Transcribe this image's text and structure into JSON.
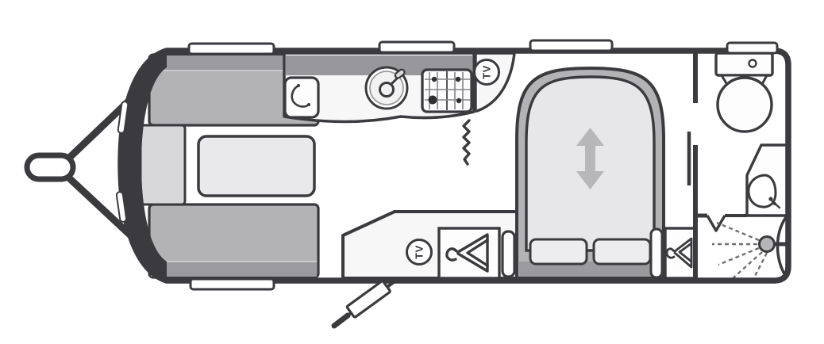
{
  "floorplan": {
    "title": "Caravan floor plan (top view)",
    "labels": {
      "tv": "TV"
    },
    "colors": {
      "outline": "#3a3a3f",
      "sofa": "#b3b3b6",
      "sofa_back_band": "#9b9b9f",
      "front_chest": "#d8d8da",
      "table": "#e9e9eb",
      "kitchen_band": "#98989c",
      "panel": "#f7f7f8",
      "mattress": "#e7e7e9",
      "bed_base": "#b3b3b6",
      "bed_foot_band": "#9b9b9f",
      "arrow": "#b7b7ba",
      "floor": "#ffffff"
    },
    "areas": {
      "front_lounge": [
        "parallel sofa (top)",
        "parallel sofa (bottom)",
        "front chest",
        "table"
      ],
      "kitchen": [
        "worktop flap with hinge arc",
        "round sink with tap",
        "four-burner hob",
        "TV point"
      ],
      "mid_section": [
        "heater squiggle",
        "entrance door with step",
        "TV point",
        "wardrobe with hanger",
        "bedside slot"
      ],
      "bedroom": [
        "island bed with extend arrow",
        "two pillows",
        "bedside slot",
        "wardrobe with hanger"
      ],
      "washroom": [
        "toilet with cistern",
        "washbasin on corner counter",
        "shower with spray head",
        "folding door (V)",
        "sliding partition door"
      ]
    },
    "windows": {
      "top_wall": 4,
      "bottom_wall": 1,
      "front_nose_strips": 2
    },
    "tow_hitch": "A-frame with coupling head"
  }
}
